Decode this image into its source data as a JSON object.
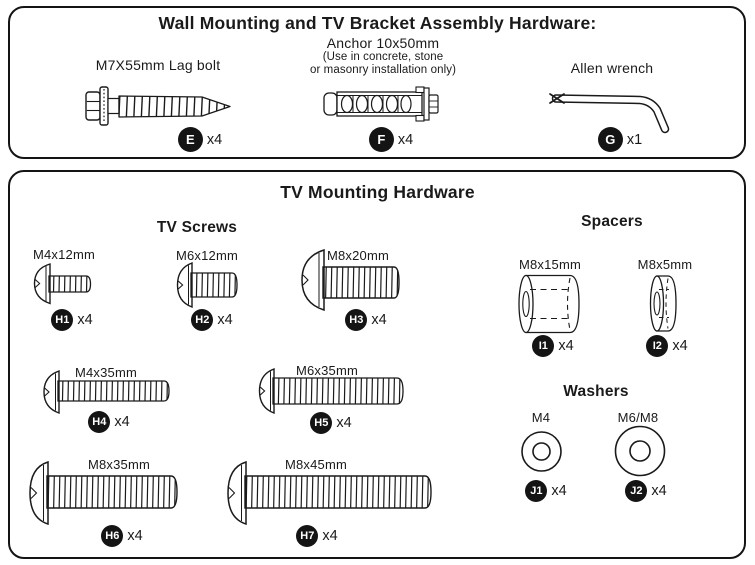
{
  "colors": {
    "ink": "#1a1a1a",
    "badge_bg": "#141414",
    "badge_text": "#ffffff",
    "background": "#ffffff"
  },
  "top_box": {
    "title": "Wall Mounting and TV Bracket Assembly Hardware:",
    "items": [
      {
        "label": "M7X55mm Lag bolt",
        "badge": "E",
        "qty": "x4",
        "icon": "lag-bolt-icon"
      },
      {
        "label": "Anchor 10x50mm",
        "note_line1": "(Use in concrete, stone",
        "note_line2": "or masonry installation only)",
        "badge": "F",
        "qty": "x4",
        "icon": "wall-anchor-icon"
      },
      {
        "label": "Allen wrench",
        "badge": "G",
        "qty": "x1",
        "icon": "allen-wrench-icon"
      }
    ]
  },
  "bottom_box": {
    "title": "TV Mounting Hardware",
    "tv_screws": {
      "heading": "TV Screws",
      "items": [
        {
          "label": "M4x12mm",
          "badge": "H1",
          "qty": "x4",
          "icon": "machine-screw-icon"
        },
        {
          "label": "M6x12mm",
          "badge": "H2",
          "qty": "x4",
          "icon": "machine-screw-icon"
        },
        {
          "label": "M8x20mm",
          "badge": "H3",
          "qty": "x4",
          "icon": "machine-screw-icon"
        },
        {
          "label": "M4x35mm",
          "badge": "H4",
          "qty": "x4",
          "icon": "machine-screw-icon"
        },
        {
          "label": "M6x35mm",
          "badge": "H5",
          "qty": "x4",
          "icon": "machine-screw-icon"
        },
        {
          "label": "M8x35mm",
          "badge": "H6",
          "qty": "x4",
          "icon": "machine-screw-icon"
        },
        {
          "label": "M8x45mm",
          "badge": "H7",
          "qty": "x4",
          "icon": "machine-screw-icon"
        }
      ]
    },
    "spacers": {
      "heading": "Spacers",
      "items": [
        {
          "label": "M8x15mm",
          "badge": "I1",
          "qty": "x4",
          "icon": "spacer-sleeve-icon"
        },
        {
          "label": "M8x5mm",
          "badge": "I2",
          "qty": "x4",
          "icon": "spacer-sleeve-icon"
        }
      ]
    },
    "washers": {
      "heading": "Washers",
      "items": [
        {
          "label": "M4",
          "badge": "J1",
          "qty": "x4",
          "icon": "washer-icon"
        },
        {
          "label": "M6/M8",
          "badge": "J2",
          "qty": "x4",
          "icon": "washer-icon"
        }
      ]
    }
  }
}
